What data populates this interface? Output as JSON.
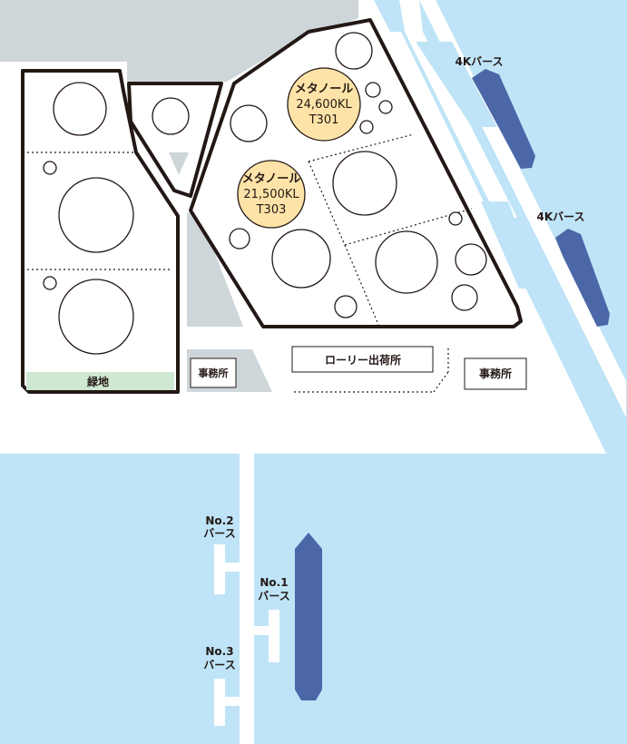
{
  "colors": {
    "water": "#bfe4f7",
    "land": "#ffffff",
    "gray_area": "#cfd6da",
    "green_strip": "#cfe8d1",
    "ship": "#4b67a8",
    "highlight_tank": "#fde3a7",
    "outline": "#231815"
  },
  "labels": {
    "green_area": "緑地",
    "office_left": "事務所",
    "office_right": "事務所",
    "lorry_station": "ローリー出荷所",
    "berth_4k_top": "4Kバース",
    "berth_4k_bottom": "4Kバース",
    "berth_no1": {
      "line1": "No.1",
      "line2": "バース"
    },
    "berth_no2": {
      "line1": "No.2",
      "line2": "バース"
    },
    "berth_no3": {
      "line1": "No.3",
      "line2": "バース"
    }
  },
  "tanks_highlighted": [
    {
      "product": "メタノール",
      "capacity": "24,600KL",
      "id": "T301"
    },
    {
      "product": "メタノール",
      "capacity": "21,500KL",
      "id": "T303"
    }
  ]
}
